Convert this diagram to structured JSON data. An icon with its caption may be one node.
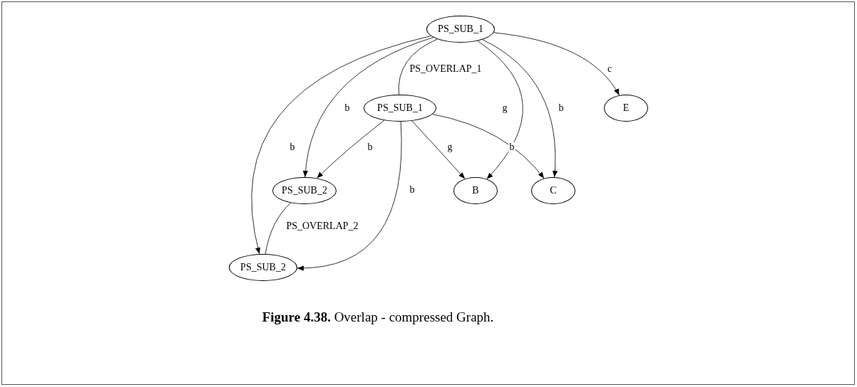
{
  "diagram": {
    "caption": "**Figure 4.38.** Overlap - compressed Graph.",
    "nodes": [
      {
        "text": [
          "PS_SUB_1"
        ]
      },
      {
        "text": [
          "PS_SUB_1"
        ]
      },
      {
        "text": [
          "E"
        ]
      },
      {
        "text": [
          "PS_SUB_2"
        ]
      },
      {
        "text": [
          "B"
        ]
      },
      {
        "text": [
          "C"
        ]
      },
      {
        "text": [
          "PS_SUB_2"
        ]
      }
    ],
    "edges": [
      {
        "from": 0,
        "to": 1,
        "arrow": "none",
        "label": "PS_OVERLAP_1"
      },
      {
        "from": 0,
        "to": 3,
        "arrow": "to",
        "label": "b"
      },
      {
        "from": 0,
        "to": 6,
        "arrow": "to",
        "label": "b"
      },
      {
        "from": 0,
        "to": 4,
        "arrow": "to",
        "label": "g"
      },
      {
        "from": 0,
        "to": 5,
        "arrow": "to",
        "label": "b"
      },
      {
        "from": 0,
        "to": 2,
        "arrow": "to",
        "label": "c"
      },
      {
        "from": 1,
        "to": 3,
        "arrow": "to",
        "label": "b"
      },
      {
        "from": 1,
        "to": 6,
        "arrow": "to",
        "label": "b"
      },
      {
        "from": 1,
        "to": 4,
        "arrow": "to",
        "label": "g"
      },
      {
        "from": 1,
        "to": 5,
        "arrow": "to",
        "label": "b"
      },
      {
        "from": 3,
        "to": 6,
        "arrow": "none",
        "label": "PS_OVERLAP_2"
      }
    ]
  }
}
